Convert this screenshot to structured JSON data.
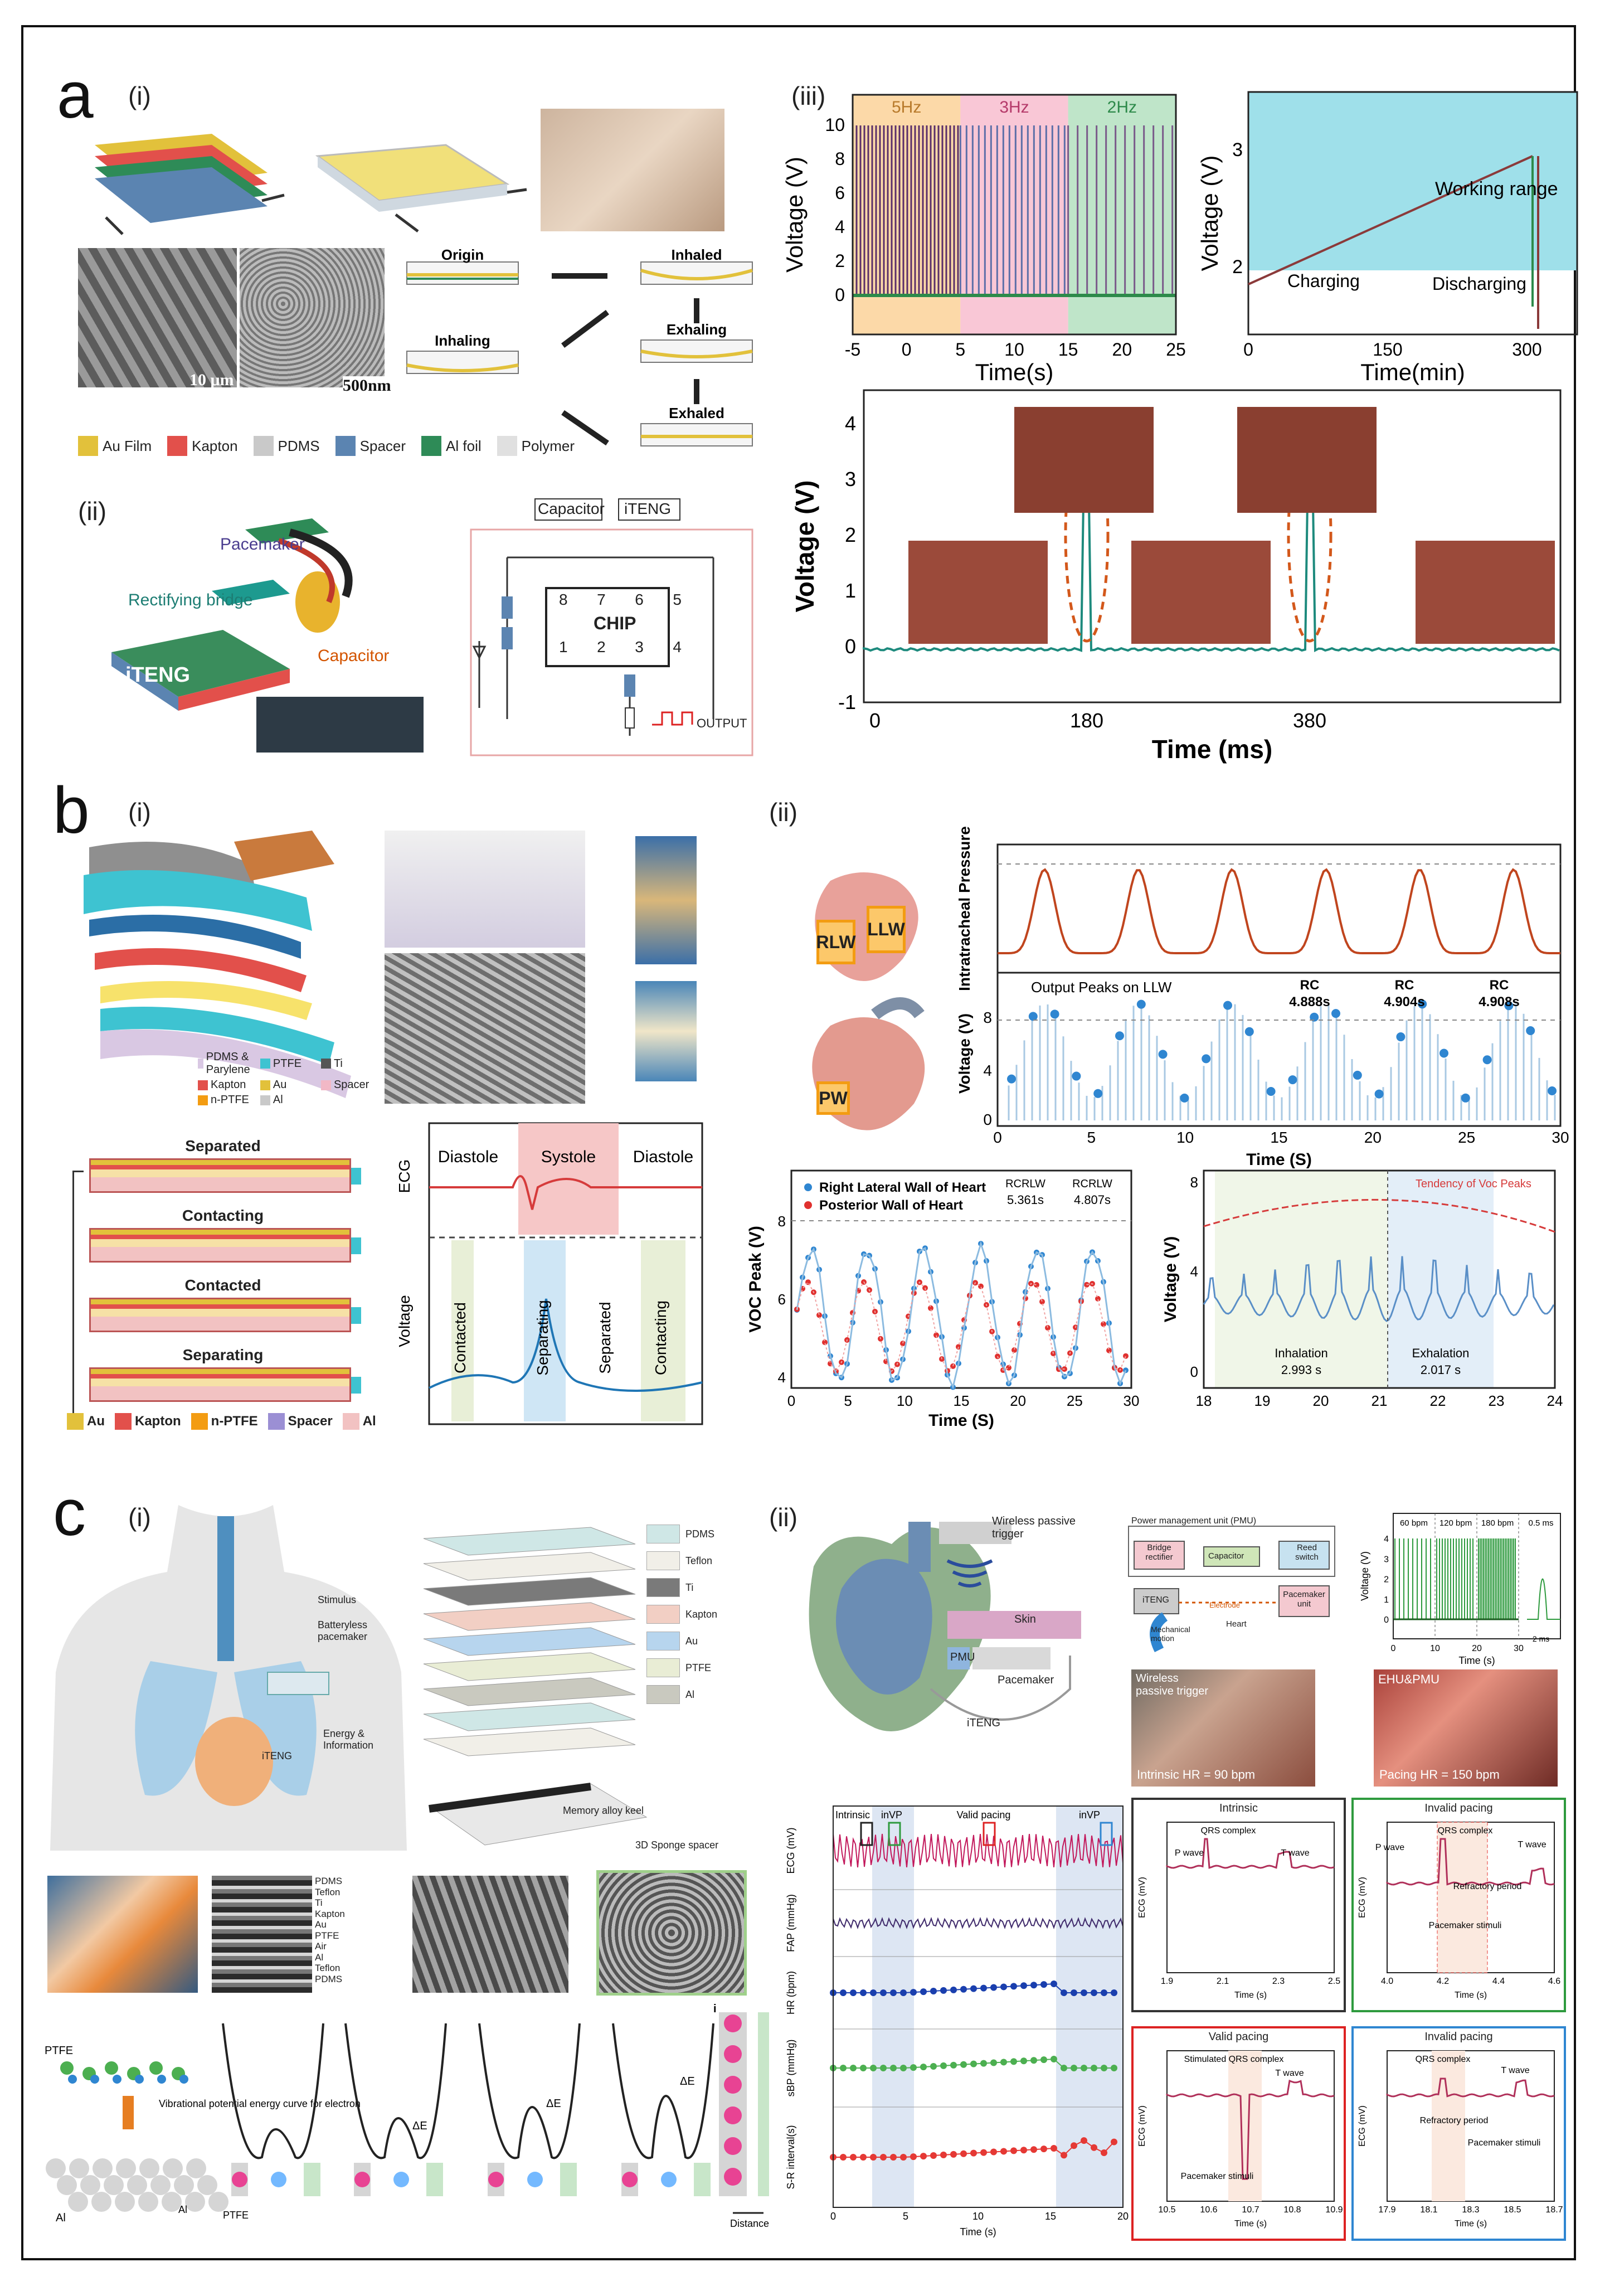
{
  "panels": {
    "a": "a",
    "b": "b",
    "c": "c"
  },
  "a": {
    "sub_i": "(i)",
    "sub_ii": "(ii)",
    "sub_iii": "(iii)",
    "scale1": "10 μm",
    "scale2": "500nm",
    "flow": {
      "origin": "Origin",
      "inhaled": "Inhaled",
      "inhaling": "Inhaling",
      "exhaling": "Exhaling",
      "exhaled": "Exhaled"
    },
    "legend": [
      "Au Film",
      "Kapton",
      "PDMS",
      "Spacer",
      "Al foil",
      "Polymer"
    ],
    "legend_colors": [
      "#e2c13b",
      "#e2504b",
      "#c9c9c9",
      "#5b84b1",
      "#2e8b57",
      "#e0e0e0"
    ],
    "circuit": {
      "pacemaker": "Pacemaker",
      "bridge": "Rectifying bridge",
      "capacitor": "Capacitor",
      "iteng": "iTENG",
      "cap_box": "Capacitor",
      "iteng_box": "iTENG",
      "chip": "CHIP",
      "pins_top": [
        "8",
        "7",
        "6",
        "5"
      ],
      "pins_bottom": [
        "1",
        "2",
        "3",
        "4"
      ],
      "output": "OUTPUT"
    },
    "chart_freq": {
      "bands": [
        "5Hz",
        "3Hz",
        "2Hz"
      ],
      "ylabel": "Voltage (V)",
      "xlabel": "Time(s)",
      "xticks": [
        "-5",
        "0",
        "5",
        "10",
        "15",
        "20",
        "25"
      ],
      "yticks": [
        "10",
        "8",
        "6",
        "4",
        "2",
        "0"
      ]
    },
    "chart_charge": {
      "ylabel": "Voltage (V)",
      "xlabel": "Time(min)",
      "xticks": [
        "0",
        "150",
        "300"
      ],
      "yticks": [
        "3",
        "2"
      ],
      "working": "Working range",
      "charging": "Charging",
      "discharging": "Discharging"
    },
    "chart_pulse": {
      "ylabel": "Voltage (V)",
      "xlabel": "Time (ms)",
      "xticks": [
        "0",
        "180",
        "380"
      ],
      "yticks": [
        "4",
        "3",
        "2",
        "1",
        "0",
        "-1"
      ]
    }
  },
  "b": {
    "sub_i": "(i)",
    "sub_ii": "(ii)",
    "legend": [
      "PDMS & Parylene",
      "PTFE",
      "Ti",
      "Kapton",
      "Au",
      "Spacer",
      "n-PTFE",
      "Al"
    ],
    "stages": [
      "Separated",
      "Contacting",
      "Contacted",
      "Separating"
    ],
    "bottom_legend": [
      "Au",
      "Kapton",
      "n-PTFE",
      "Spacer",
      "Al"
    ],
    "ecg": {
      "ecg": "ECG",
      "voltage": "Voltage",
      "diastole1": "Diastole",
      "systole": "Systole",
      "diastole2": "Diastole",
      "contacted": "Contacted",
      "separating": "Separating",
      "separated": "Separated",
      "contacting": "Contacting"
    },
    "hearts": {
      "rlw": "RLW",
      "llw": "LLW",
      "pw": "PW"
    },
    "chart_top": {
      "ylabel_top": "Intratracheal Pressure",
      "ylabel": "Voltage (V)",
      "xlabel": "Time (S)",
      "legend": "Output Peaks on LLW",
      "rc": [
        "RC",
        "RC",
        "RC"
      ],
      "rc_vals": [
        "4.888s",
        "4.904s",
        "4.908s"
      ],
      "xticks": [
        "0",
        "5",
        "10",
        "15",
        "20",
        "25",
        "30"
      ],
      "yticks": [
        "8",
        "4",
        "0"
      ]
    },
    "chart_voc": {
      "ylabel": "V",
      "ylabel_sub": "OC",
      "ylabel_rest": " Peak (V)",
      "xlabel": "Time (S)",
      "series": [
        "Right Lateral Wall of Heart",
        "Posterior Wall of Heart"
      ],
      "rc1": "RC",
      "rc1_sub": "RLW",
      "rc1_val": "5.361s",
      "rc2": "RC",
      "rc2_sub": "RLW",
      "rc2_val": "4.807s",
      "xticks": [
        "0",
        "5",
        "10",
        "15",
        "20",
        "25",
        "30"
      ],
      "yticks": [
        "8",
        "6",
        "4"
      ]
    },
    "chart_resp": {
      "legend": "Tendency of V",
      "legend_sub": "oc",
      "legend_end": " Peaks",
      "ylabel": "Voltage (V)",
      "inhal": "Inhalation",
      "inhal_val": "2.993 s",
      "exhal": "Exhalation",
      "exhal_val": "2.017 s",
      "xticks": [
        "18",
        "19",
        "20",
        "21",
        "22",
        "23",
        "24"
      ],
      "yticks": [
        "8",
        "4",
        "0"
      ]
    }
  },
  "c": {
    "sub_i": "(i)",
    "sub_ii": "(ii)",
    "labels": {
      "stimulus": "Stimulus",
      "pacemaker": "Batteryless pacemaker",
      "iteng": "iTENG",
      "energy": "Energy & Information",
      "keel": "Memory alloy keel",
      "sponge": "3D Sponge spacer"
    },
    "layers": [
      "PDMS",
      "Teflon",
      "Ti",
      "Kapton",
      "Au",
      "PTFE",
      "Al"
    ],
    "layer_colors": [
      "#cfe7e6",
      "#f1efe8",
      "#7a7a7a",
      "#f2cfc4",
      "#b7d5ee",
      "#e9edd5",
      "#c9c9bf"
    ],
    "sem_labels": [
      "PDMS",
      "Teflon",
      "Ti",
      "Kapton",
      "Au",
      "PTFE",
      "Air",
      "Al",
      "Teflon",
      "PDMS"
    ],
    "energy": {
      "ptfe": "PTFE",
      "vib": "Vibrational potential energy curve for electron",
      "al": "Al",
      "de": "ΔE",
      "al3": "Al",
      "ptfe2": "PTFE",
      "distance": "Distance",
      "i": "i"
    },
    "wireless": "Wireless passive trigger",
    "skin": "Skin",
    "pmu": "PMU",
    "pacemaker": "Pacemaker",
    "iteng": "iTENG",
    "pmu_box": {
      "title": "Power management unit (PMU)",
      "bridge": "Bridge rectifier",
      "cap": "Capacitor",
      "reed": "Reed switch",
      "iteng": "iTENG",
      "pace": "Pacemaker unit",
      "mech": "Mechanical motion",
      "heart": "Heart",
      "elec": "Electrode"
    },
    "pace_chart": {
      "bpm": [
        "60 bpm",
        "120 bpm",
        "180 bpm"
      ],
      "ms": "0.5 ms",
      "ylabel": "Voltage (V)",
      "xlabel": "Time (s)",
      "xticks": [
        "0",
        "10",
        "20",
        "30"
      ],
      "yticks": [
        "4",
        "3",
        "2",
        "1",
        "0"
      ],
      "scale": "2 ms"
    },
    "photo1": "Wireless passive trigger",
    "photo1_caption": "Intrinsic HR = 90 bpm",
    "photo2": "EHU&PMU",
    "photo2_caption": "Pacing HR = 150 bpm",
    "stack": {
      "labels": [
        "Intrinsic",
        "inVP",
        "Valid pacing",
        "inVP"
      ],
      "ylabels": [
        "ECG (mV)",
        "FAP (mmHg)",
        "HR (bpm)",
        "sBP (mmHg)",
        "S-R interval(s)"
      ],
      "xlabel": "Time (s)",
      "xticks": [
        "0",
        "5",
        "10",
        "15",
        "20"
      ]
    },
    "ecg_boxes": [
      {
        "title": "Intrinsic",
        "notes": [
          "P wave",
          "QRS complex",
          "T wave"
        ],
        "xticks": [
          "1.9",
          "2.1",
          "2.3",
          "2.5"
        ],
        "color": "#333"
      },
      {
        "title": "Invalid pacing",
        "notes": [
          "P wave",
          "QRS complex",
          "T wave",
          "Refractory period",
          "Pacemaker stimuli"
        ],
        "xticks": [
          "4.0",
          "4.2",
          "4.4",
          "4.6"
        ],
        "color": "#2e9a3e"
      },
      {
        "title": "Valid pacing",
        "notes": [
          "Stimulated QRS complex",
          "T wave",
          "Pacemaker stimuli"
        ],
        "xticks": [
          "10.5",
          "10.6",
          "10.7",
          "10.8",
          "10.9"
        ],
        "color": "#d22"
      },
      {
        "title": "Invalid pacing",
        "notes": [
          "QRS complex",
          "T wave",
          "Refractory period",
          "Pacemaker stimuli"
        ],
        "xticks": [
          "17.9",
          "18.1",
          "18.3",
          "18.5",
          "18.7"
        ],
        "color": "#2f86d1"
      }
    ],
    "ecg_ylabel": "ECG (mV)",
    "ecg_xlabel": "Time (s)"
  }
}
